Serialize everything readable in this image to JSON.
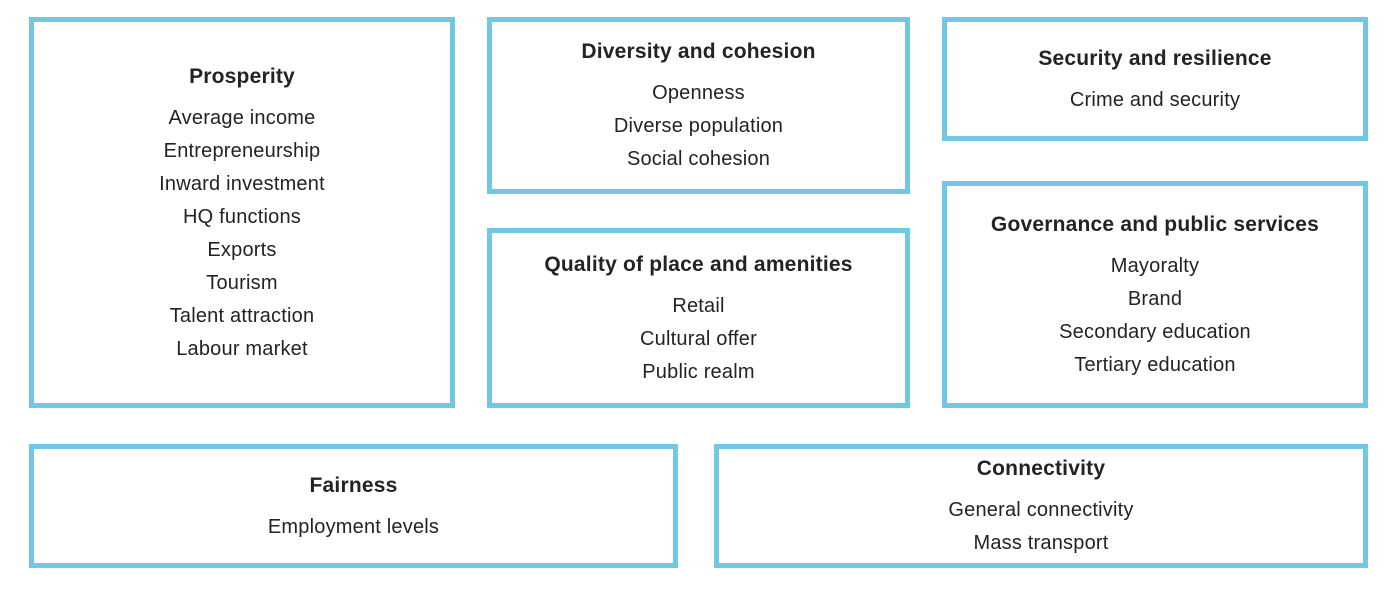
{
  "figure": {
    "type": "category-diagram",
    "border_color": "#72c7e5",
    "text_color": "#232323",
    "background_color": "#ffffff"
  },
  "boxes": {
    "prosperity": {
      "title": "Prosperity",
      "items": [
        "Average income",
        "Entrepreneurship",
        "Inward investment",
        "HQ functions",
        "Exports",
        "Tourism",
        "Talent attraction",
        "Labour market"
      ]
    },
    "diversity": {
      "title": "Diversity and cohesion",
      "items": [
        "Openness",
        "Diverse population",
        "Social cohesion"
      ]
    },
    "security": {
      "title": "Security and resilience",
      "items": [
        "Crime and security"
      ]
    },
    "quality": {
      "title": "Quality of place and amenities",
      "items": [
        "Retail",
        "Cultural offer",
        "Public realm"
      ]
    },
    "governance": {
      "title": "Governance and public services",
      "items": [
        "Mayoralty",
        "Brand",
        "Secondary education",
        "Tertiary education"
      ]
    },
    "fairness": {
      "title": "Fairness",
      "items": [
        "Employment levels"
      ]
    },
    "connectivity": {
      "title": "Connectivity",
      "items": [
        "General connectivity",
        "Mass transport"
      ]
    }
  }
}
